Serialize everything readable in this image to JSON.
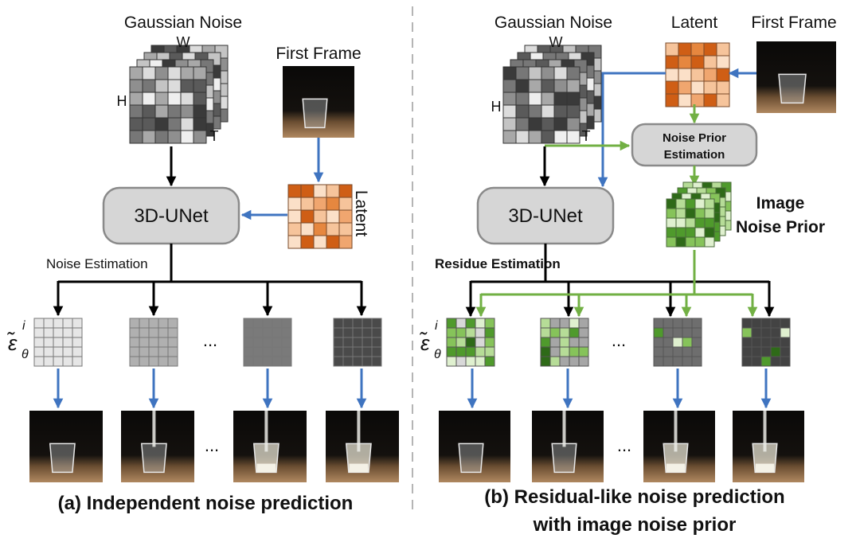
{
  "left": {
    "noise_title": "Gaussian Noise",
    "dim_w": "W",
    "dim_h": "H",
    "dim_t": "T",
    "first_frame": "First Frame",
    "latent": "Latent",
    "unet": "3D-UNet",
    "estimation": "Noise Estimation",
    "ellipsis_mid": "...",
    "ellipsis_bottom": "...",
    "caption": "(a) Independent noise prediction"
  },
  "right": {
    "noise_title": "Gaussian Noise",
    "dim_w": "W",
    "dim_h": "H",
    "dim_t": "T",
    "latent": "Latent",
    "first_frame": "First Frame",
    "prior_est_line1": "Noise Prior",
    "prior_est_line2": "Estimation",
    "prior_line1": "Image",
    "prior_line2": "Noise Prior",
    "unet": "3D-UNet",
    "estimation": "Residue Estimation",
    "ellipsis_mid": "...",
    "ellipsis_bottom": "...",
    "caption_line1": "(b) Residual-like noise prediction",
    "caption_line2": "with image noise prior"
  },
  "epsilon_base": "ε̃",
  "epsilon_sub": "θ",
  "epsilon_sup": "i",
  "colors": {
    "blue_arrow": "#3f74c0",
    "green_arrow": "#72b044",
    "black_arrow": "#000000",
    "unet_fill": "#d6d6d6",
    "latent_orange": "#e87b2e"
  }
}
